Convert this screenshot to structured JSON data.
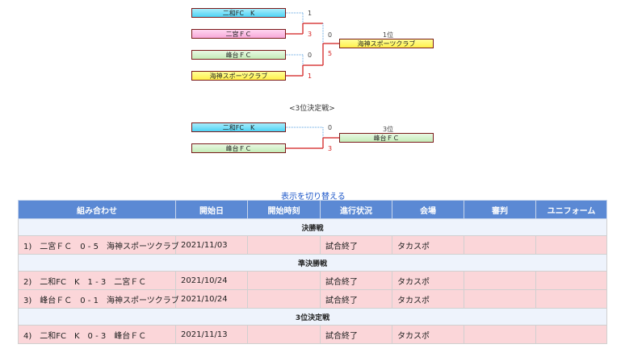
{
  "bracket": {
    "semifinal_teams": [
      "二和FC　K",
      "二宮ＦＣ",
      "峰台ＦＣ",
      "海神スポーツクラブ"
    ],
    "semifinal_scores": [
      "1",
      "3",
      "0",
      "1"
    ],
    "final_scores": [
      "0",
      "5"
    ],
    "champion_label": "1位",
    "champion": "海神スポーツクラブ"
  },
  "third_place": {
    "heading": "<3位決定戦>",
    "teams": [
      "二和FC　K",
      "峰台ＦＣ"
    ],
    "scores": [
      "0",
      "3"
    ],
    "place_label": "3位",
    "winner": "峰台ＦＣ"
  },
  "toggle_link": "表示を切り替える",
  "table": {
    "headers": [
      "組み合わせ",
      "開始日",
      "開始時刻",
      "進行状況",
      "会場",
      "審判",
      "ユニフォーム"
    ],
    "sections": [
      {
        "title": "決勝戦",
        "rows": [
          {
            "match": "1)　二宮ＦＣ　0 - 5　海神スポーツクラブ",
            "date": "2021/11/03",
            "time": "",
            "status": "試合終了",
            "venue": "タカスポ",
            "referee": "",
            "uniform": ""
          }
        ]
      },
      {
        "title": "準決勝戦",
        "rows": [
          {
            "match": "2)　二和FC　K　1 - 3　二宮ＦＣ",
            "date": "2021/10/24",
            "time": "",
            "status": "試合終了",
            "venue": "タカスポ",
            "referee": "",
            "uniform": ""
          },
          {
            "match": "3)　峰台ＦＣ　0 - 1　海神スポーツクラブ",
            "date": "2021/10/24",
            "time": "",
            "status": "試合終了",
            "venue": "タカスポ",
            "referee": "",
            "uniform": ""
          }
        ]
      },
      {
        "title": "3位決定戦",
        "rows": [
          {
            "match": "4)　二和FC　K　0 - 3　峰台ＦＣ",
            "date": "2021/11/13",
            "time": "",
            "status": "試合終了",
            "venue": "タカスポ",
            "referee": "",
            "uniform": ""
          }
        ]
      }
    ]
  },
  "colors": {
    "header_bg": "#5b89d4",
    "row_bg": "#fbd6d9",
    "section_bg": "#eef3fc",
    "winner_line": "#d94040",
    "loser_line": "#5aa0e0"
  }
}
